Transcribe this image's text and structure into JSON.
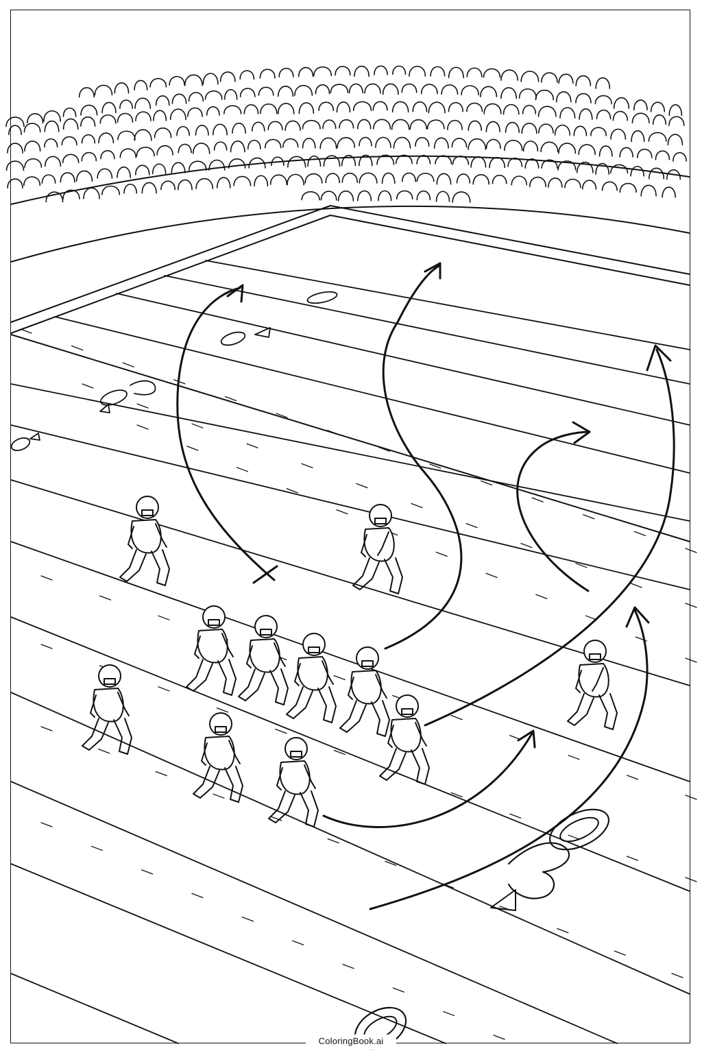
{
  "footer": {
    "brand": "ColoringBook.ai"
  },
  "field": {
    "yard_numbers": [
      "0",
      "0",
      "0",
      "3",
      "0"
    ]
  }
}
